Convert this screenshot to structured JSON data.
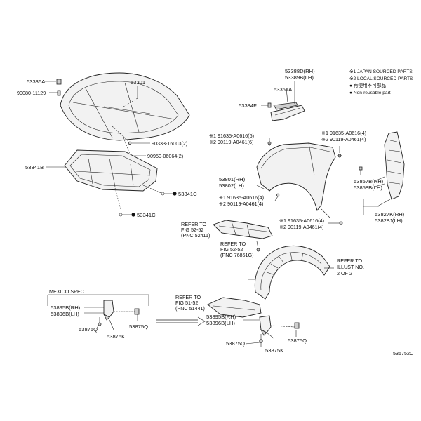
{
  "notes": {
    "japan": "※1 JAPAN SOURCED PARTS",
    "local": "※2 LOCAL SOURCED PARTS",
    "kanji": "● 再使用不可部品",
    "nonreusable": "● Non-reusable part"
  },
  "labels": {
    "p53336A": "53336A",
    "p90080": "90080-11129",
    "p53301": "53301",
    "p90333": "90333-16003(2)",
    "p90950": "90950-06064(2)",
    "p53341B": "53341B",
    "p53341C_1": "53341C",
    "p53341C_2": "53341C",
    "p53388D": "53388D(RH)",
    "p53389B": "53389B(LH)",
    "p53361A": "53361A",
    "p53384F": "53384F",
    "p91635_1": "※1 91635-A0616(6)",
    "p290119_1": "※2 90119-A0461(6)",
    "p91635_2": "※1 91635-A0616(4)",
    "p290119_2": "※2 90119-A0461(4)",
    "p53801": "53801(RH)",
    "p53802": "53802(LH)",
    "p91635_3": "※1 91635-A0616(4)",
    "p290119_3": "※2 90119-A0461(4)",
    "p91635_4": "※1 91635-A0616(4)",
    "p290119_4": "※2 90119-A0461(4)",
    "p53857B": "53857B(RH)",
    "p53858B": "53858B(LH)",
    "p53827K": "53827K(RH)",
    "p53828J": "53828J(LH)",
    "ref1_a": "REFER TO",
    "ref1_b": "FIG 52-52",
    "ref1_c": "(PNC 52411)",
    "ref2_a": "REFER TO",
    "ref2_b": "FIG 52-52",
    "ref2_c": "(PNC 76851G)",
    "ref3_a": "REFER TO",
    "ref3_b": "ILLUST NO.",
    "ref3_c": "2 OF 2",
    "ref4_a": "REFER TO",
    "ref4_b": "FIG 51-52",
    "ref4_c": "(PNC 51441)",
    "mexico": "MEXICO SPEC",
    "m53895B": "53895B(RH)",
    "m53896B": "53896B(LH)",
    "m53875Q_a": "53875Q",
    "m53875K": "53875K",
    "m53875Q_b": "53875Q",
    "r53895B": "53895B(RH)",
    "r53896B": "53896B(LH)",
    "r53875Q_a": "53875Q",
    "r53875K": "53875K",
    "r53875Q_b": "53875Q",
    "code": "535752C"
  }
}
